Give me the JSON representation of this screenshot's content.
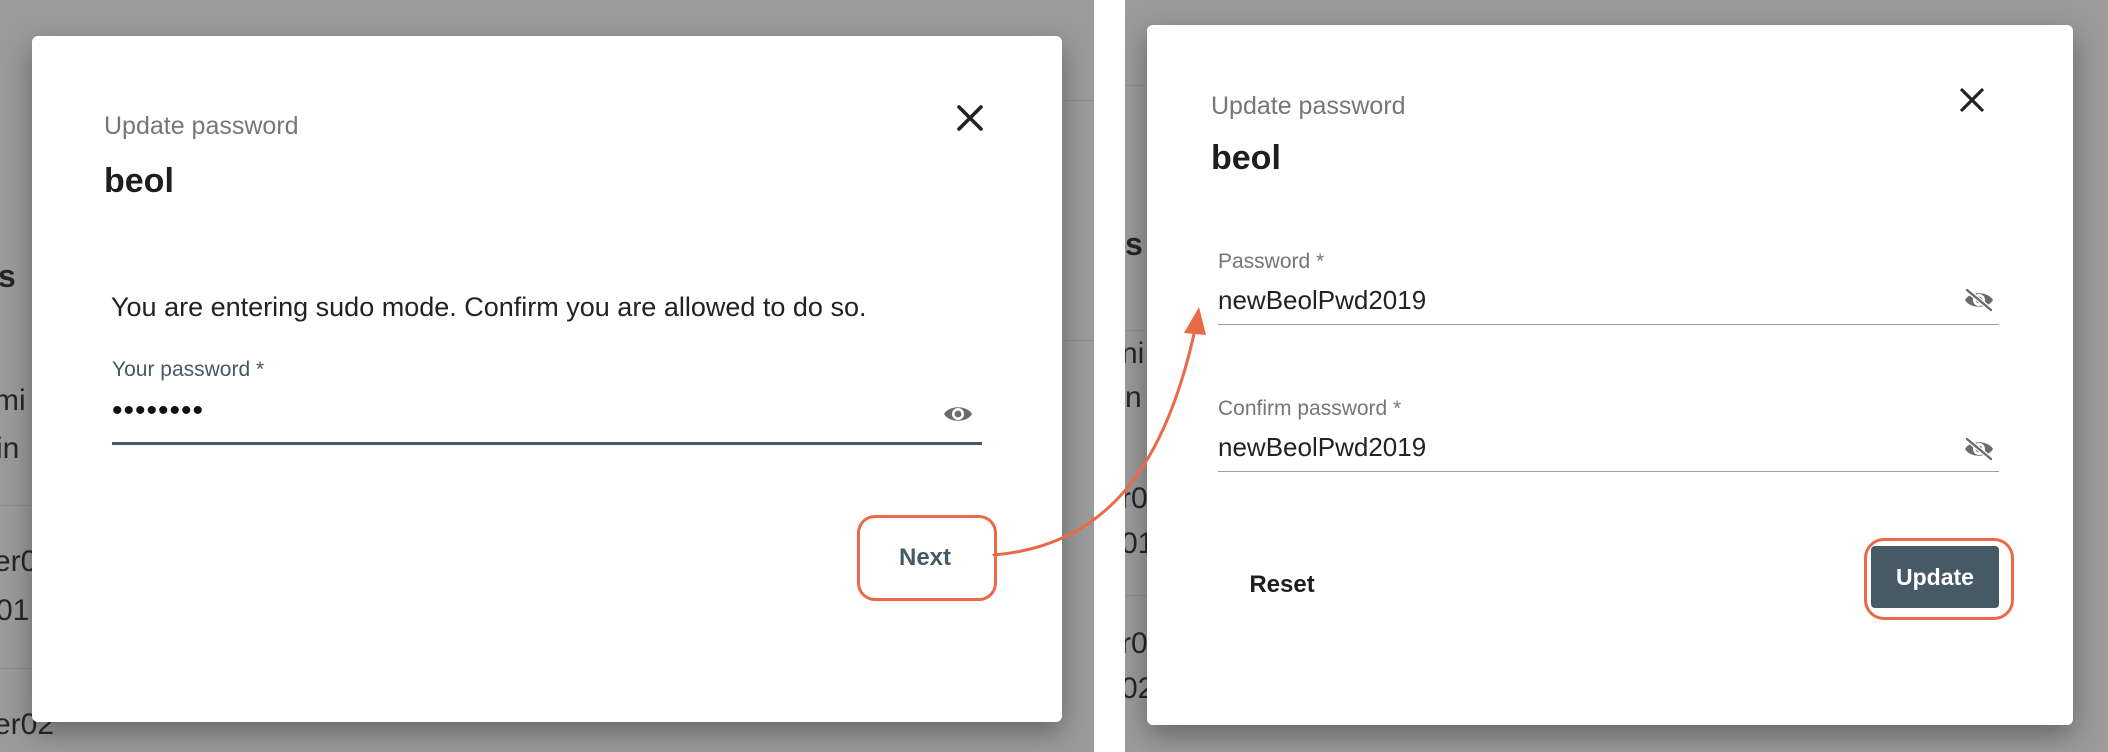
{
  "left_step": {
    "dialog": {
      "subtitle": "Update password",
      "title": "beol",
      "message": "You are entering sudo mode. Confirm you are allowed to do so.",
      "password_field": {
        "label": "Your password *",
        "value": "••••••••",
        "icon": "eye-icon"
      },
      "next_label": "Next"
    },
    "background_fragments": [
      "s",
      "mi",
      "in",
      "er0",
      "01",
      "er02"
    ]
  },
  "right_step": {
    "dialog": {
      "subtitle": "Update password",
      "title": "beol",
      "password_field": {
        "label": "Password *",
        "value": "newBeolPwd2019",
        "icon": "eye-off-icon"
      },
      "confirm_field": {
        "label": "Confirm password *",
        "value": "newBeolPwd2019",
        "icon": "eye-off-icon"
      },
      "reset_label": "Reset",
      "update_label": "Update"
    },
    "background_fragments": [
      "s",
      "ni",
      "n",
      "r0",
      "01",
      "r0",
      "02"
    ]
  },
  "colors": {
    "primary": "#455a64",
    "annotation": "#ea6a47",
    "backdrop": "#9b9b9b"
  }
}
